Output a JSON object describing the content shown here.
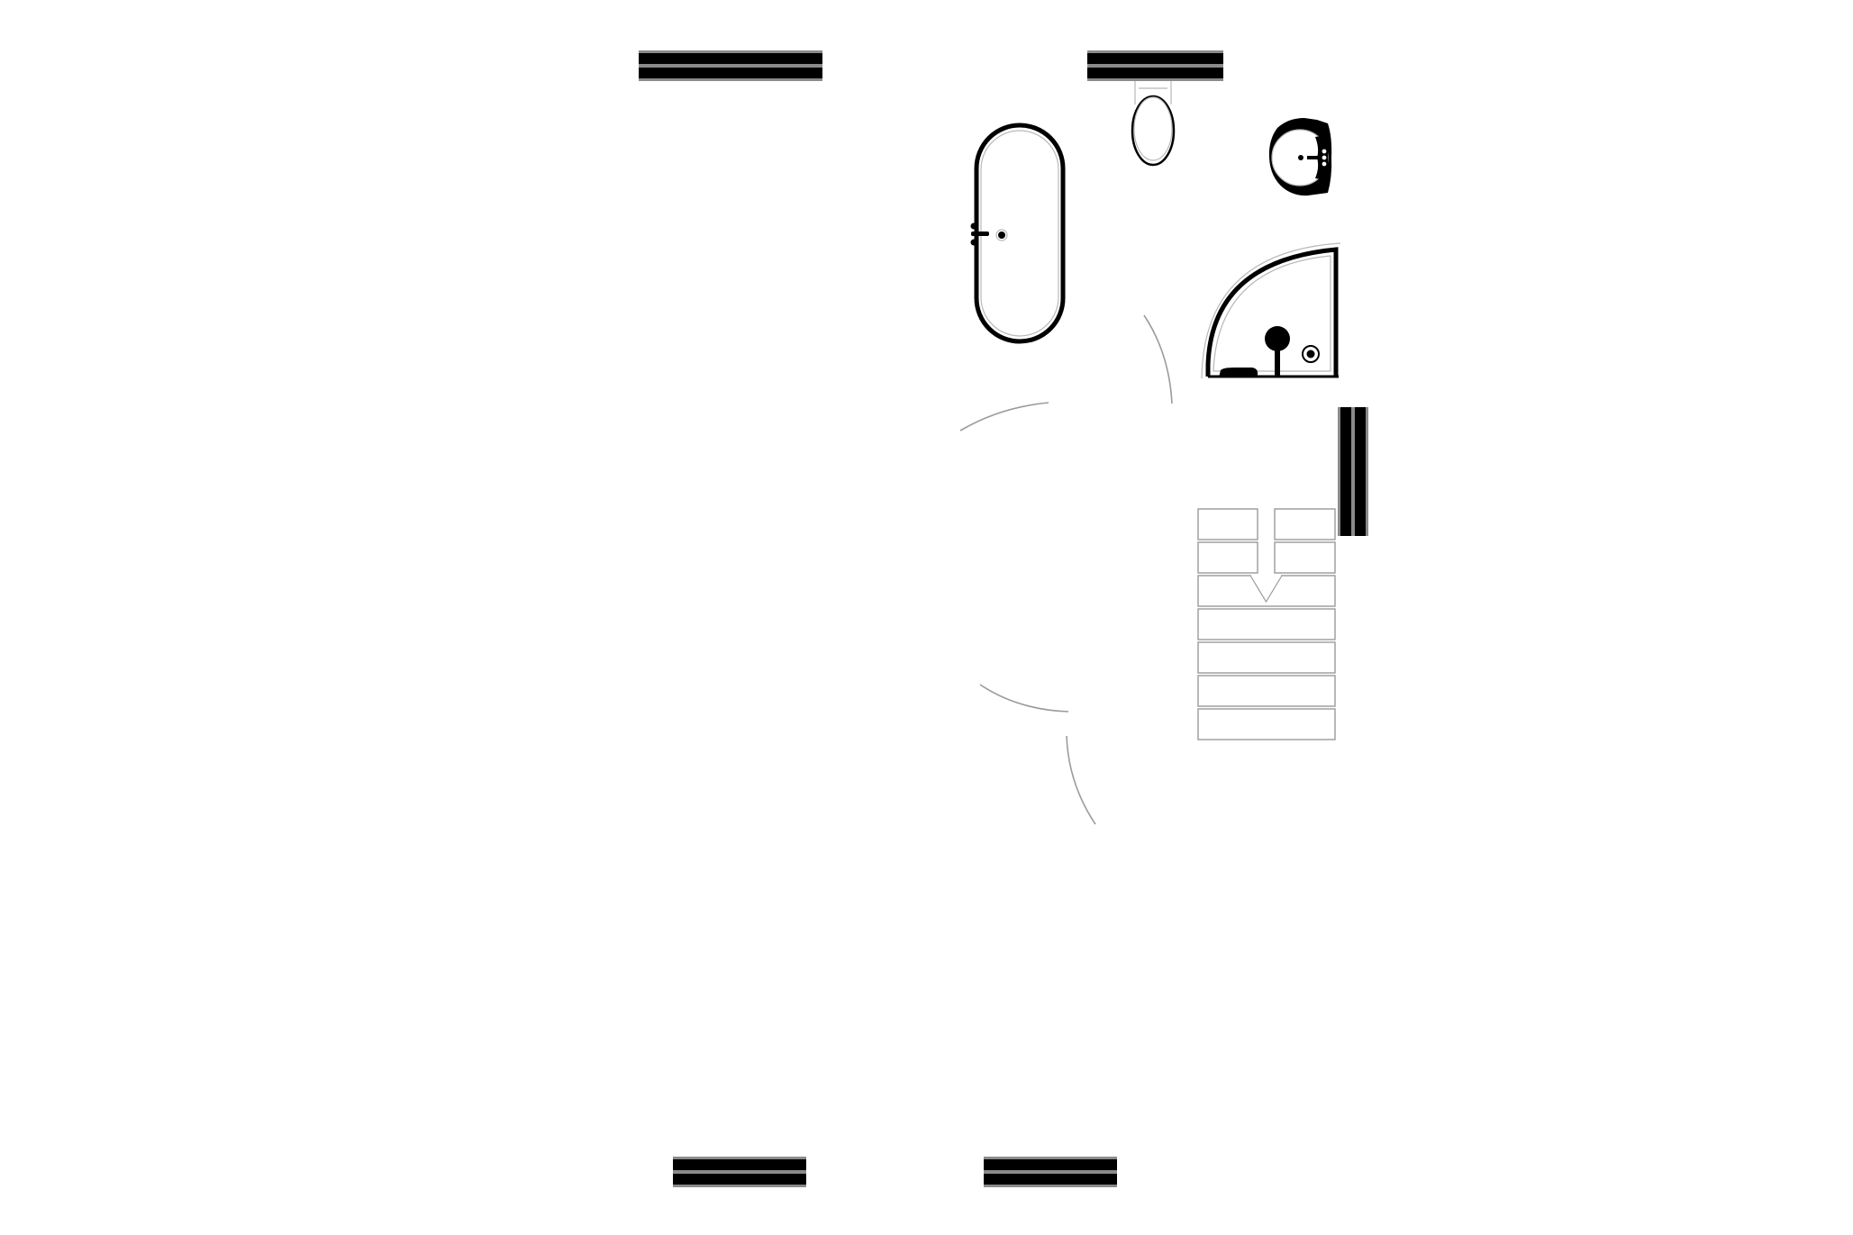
{
  "drawing": {
    "type": "floor-plan",
    "title": "",
    "colors": {
      "background": "#ffffff",
      "wall_fill": "#000000",
      "window_frame": "#8a8a8a",
      "door_swing": "#9b9b9b",
      "stair_outline": "#9a9a9a"
    }
  },
  "elements": {
    "windows": [
      {
        "id": "window-top-left",
        "orientation": "horizontal"
      },
      {
        "id": "window-top-right",
        "orientation": "horizontal"
      },
      {
        "id": "window-right",
        "orientation": "vertical"
      },
      {
        "id": "window-bottom-left",
        "orientation": "horizontal"
      },
      {
        "id": "window-bottom-right",
        "orientation": "horizontal"
      }
    ],
    "fixtures": [
      {
        "id": "bathtub",
        "kind": "bathtub"
      },
      {
        "id": "toilet",
        "kind": "toilet"
      },
      {
        "id": "sink",
        "kind": "washbasin"
      },
      {
        "id": "shower",
        "kind": "quarter-round shower"
      }
    ],
    "doors": [
      {
        "id": "door-swing-1"
      },
      {
        "id": "door-swing-2"
      },
      {
        "id": "door-swing-3"
      },
      {
        "id": "door-swing-4"
      }
    ],
    "stairs": {
      "step_count": 7,
      "split_top_rows": 2,
      "direction": "down"
    }
  }
}
